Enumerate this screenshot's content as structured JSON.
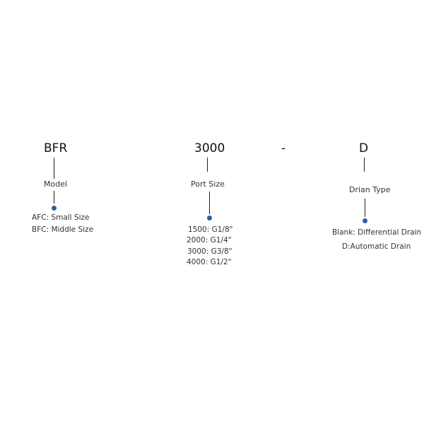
{
  "diagram": {
    "segments": [
      {
        "code": "BFR",
        "category": "Model",
        "options": [
          "AFC: Small Size",
          "BFC: Middle Size"
        ]
      },
      {
        "code": "3000",
        "category": "Port Size",
        "options": [
          "1500: G1/8\"",
          "2000: G1/4\"",
          "3000: G3/8\"",
          "4000: G1/2\""
        ]
      },
      {
        "code": "-"
      },
      {
        "code": "D",
        "category": "Drian Type",
        "options": [
          "Blank: Differential Drain",
          "D:Automatic Drain"
        ]
      }
    ],
    "colors": {
      "dot": "#2e5d9e",
      "line": "#222222",
      "text": "#333333"
    }
  }
}
